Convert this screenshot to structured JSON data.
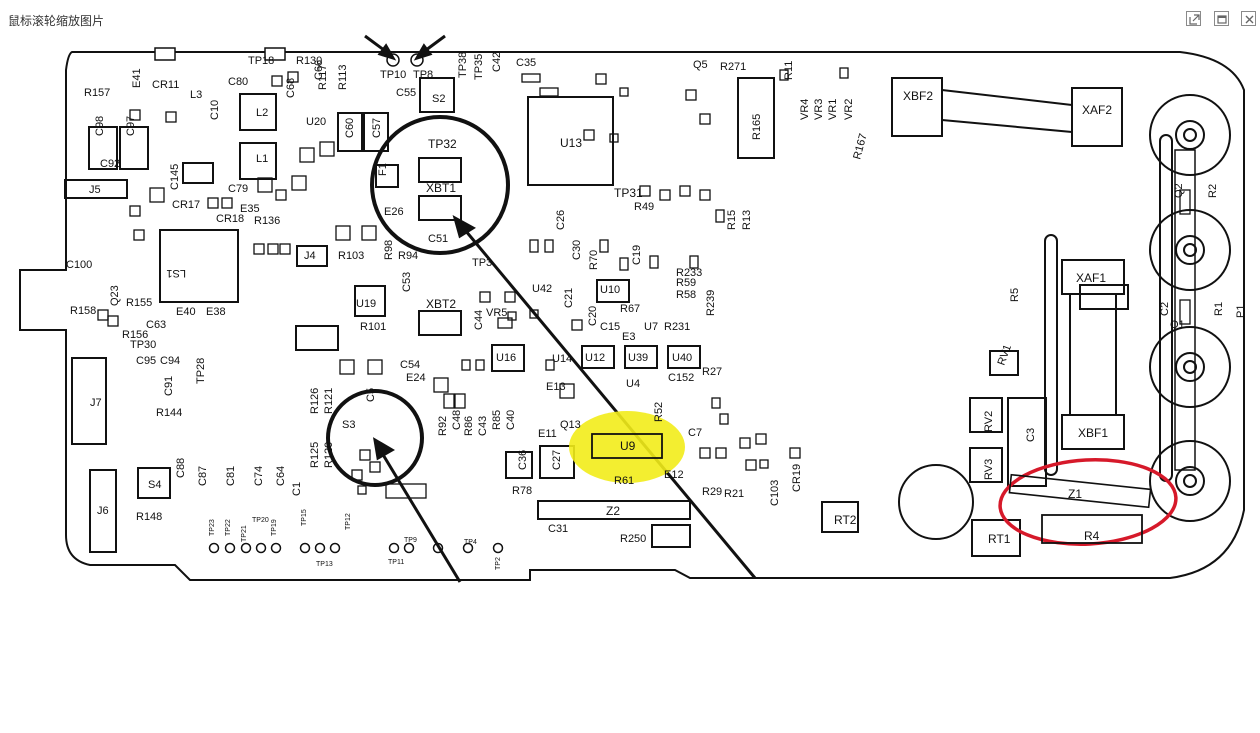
{
  "window": {
    "title": "鼠标滚轮缩放图片"
  },
  "controls": {
    "popout": "popout-icon",
    "restore": "restore-icon",
    "close": "close-icon"
  },
  "colors": {
    "ink": "#111111",
    "highlight_yellow": "#f2ec1a",
    "red_ring": "#d6192a"
  },
  "board": {
    "labels_big": [
      "TP10",
      "TP8",
      "TP38",
      "TP35",
      "C42",
      "C35",
      "Q5",
      "R271",
      "R11",
      "R130",
      "TP18",
      "C80",
      "E41",
      "CR11",
      "R157",
      "L3",
      "R117",
      "R113",
      "C66",
      "C68",
      "C55",
      "S2",
      "U13",
      "R165",
      "VR4",
      "VR3",
      "VR1",
      "VR2",
      "R167",
      "XBF2",
      "XAF2",
      "L2",
      "L1",
      "C98",
      "C97",
      "U20",
      "C60",
      "C57",
      "C10",
      "TP32",
      "XBT1",
      "F1",
      "C26",
      "C92",
      "J5",
      "C145",
      "CR17",
      "CR18",
      "C79",
      "E35",
      "R136",
      "E26",
      "C51",
      "C30",
      "R70",
      "R49",
      "TP31",
      "C19",
      "R233",
      "R59",
      "R58",
      "R239",
      "R94",
      "TP3",
      "U42",
      "C21",
      "U10",
      "R15",
      "R13",
      "Q2",
      "R2",
      "C100",
      "J4",
      "LS1",
      "R103",
      "R98",
      "C53",
      "XBT2",
      "VR5",
      "R67",
      "C20",
      "C15",
      "U7",
      "R231",
      "R5",
      "XAF1",
      "R158",
      "Q23",
      "R155",
      "E40",
      "E38",
      "U19",
      "C44",
      "E3",
      "U12",
      "U39",
      "U40",
      "C2",
      "Q1",
      "R1",
      "P1",
      "C63",
      "R156",
      "TP30",
      "R101",
      "U16",
      "U14",
      "C152",
      "R27",
      "C95",
      "C94",
      "TP28",
      "C91",
      "R144",
      "E24",
      "C54",
      "S3",
      "C5",
      "C48",
      "R92",
      "R86",
      "C43",
      "R85",
      "C40",
      "E13",
      "Q13",
      "E11",
      "U9",
      "R61",
      "E12",
      "R29",
      "R21",
      "C103",
      "CR19",
      "RV1",
      "RV2",
      "RV3",
      "C3",
      "XBF1",
      "J7",
      "C88",
      "C87",
      "C81",
      "C74",
      "C64",
      "S4",
      "C36",
      "C27",
      "R78",
      "Z1",
      "R4",
      "J6",
      "R148",
      "C1",
      "R126",
      "R121",
      "R125",
      "R120",
      "R52",
      "RT2",
      "RT1",
      "Z2",
      "R250",
      "C31",
      "U4",
      "C7"
    ],
    "pins_small": [
      "TP23",
      "TP22",
      "TP21",
      "TP20",
      "TP19",
      "TP15",
      "TP13",
      "TP12",
      "TP11",
      "TP9",
      "TP4",
      "TP2"
    ]
  }
}
